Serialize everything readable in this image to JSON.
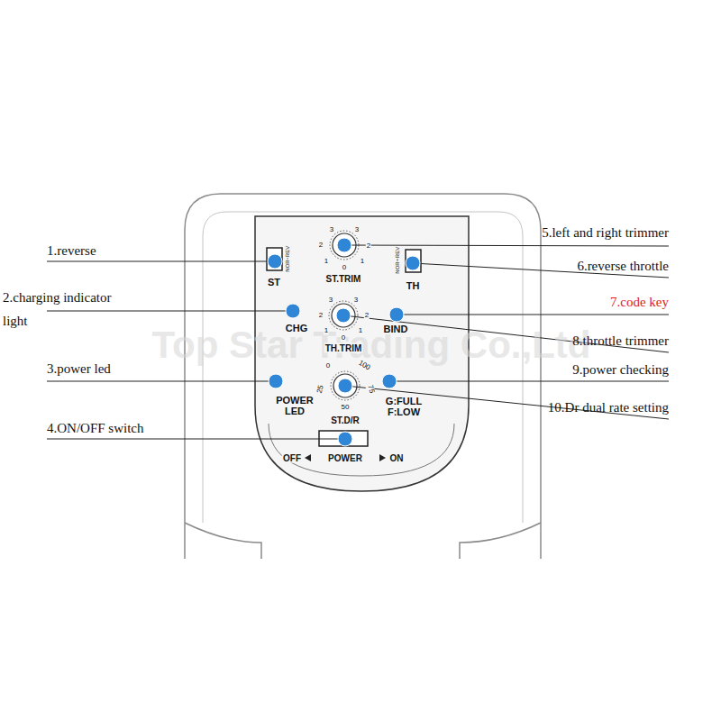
{
  "diagram": {
    "labels": [
      "1.reverse",
      "2.charging indicator light",
      "3.power led",
      "4.ON/OFF switch",
      "5.left and right trimmer",
      "6.reverse throttle",
      "7.code key",
      "8.throttle trimmer",
      "9.power checking",
      "10.Dr dual rate setting",
      "3",
      "3",
      "2",
      "2",
      "1",
      "1",
      "0",
      "ST.TRIM",
      "NOR",
      "REV",
      "ST",
      "REV",
      "NOR",
      "TH",
      "CHG",
      "BIND",
      "3",
      "3",
      "2",
      "2",
      "1",
      "1",
      "0",
      "TH.TRIM",
      "POWER LED",
      "G:FULL F:LOW",
      "0",
      "100",
      "25",
      "75",
      "50",
      "ST.D/R",
      "OFF",
      "POWER",
      "ON",
      "Top Star Trading Co.,Ltd"
    ]
  }
}
